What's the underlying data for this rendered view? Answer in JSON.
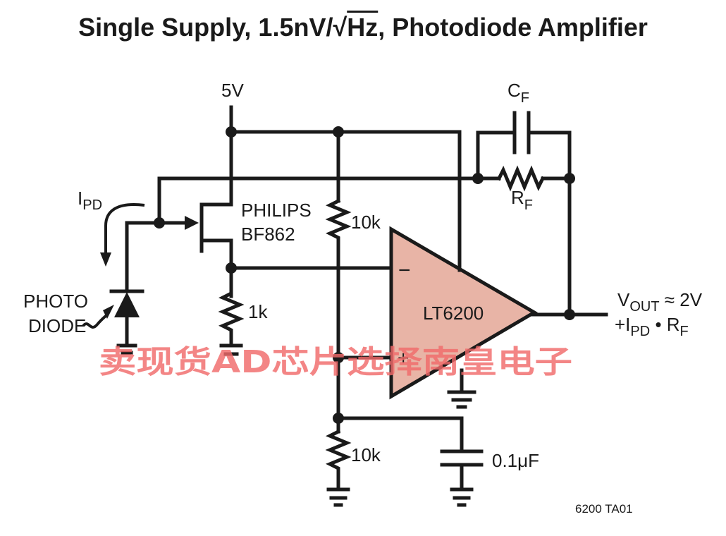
{
  "title": {
    "main": "Single Supply, 1.5nV/",
    "radicand": "Hz",
    "suffix": ", Photodiode Amplifier"
  },
  "labels": {
    "supply": "5V",
    "cf": "C",
    "cf_sub": "F",
    "rf": "R",
    "rf_sub": "F",
    "ipd": "I",
    "ipd_sub": "PD",
    "jfet_line1": "PHILIPS",
    "jfet_line2": "BF862",
    "r_top": "10k",
    "r_src": "1k",
    "r_bottom": "10k",
    "photo_line1": "PHOTO",
    "photo_line2": "DIODE",
    "opamp": "LT6200",
    "minus": "−",
    "plus": "+",
    "cap": "0.1μF",
    "vout_v": "V",
    "vout_sub": "OUT",
    "vout_rest": " ≈ 2V",
    "vout2_plus": "+I",
    "vout2_sub": "PD",
    "vout2_dot": " • R",
    "vout2_sub2": "F",
    "figure_id": "6200 TA01"
  },
  "watermark": "卖现货AD芯片选择南皇电子",
  "colors": {
    "opamp_fill": "#e8b4a6",
    "wire": "#1a1a1a",
    "watermark": "#f06a6a"
  }
}
